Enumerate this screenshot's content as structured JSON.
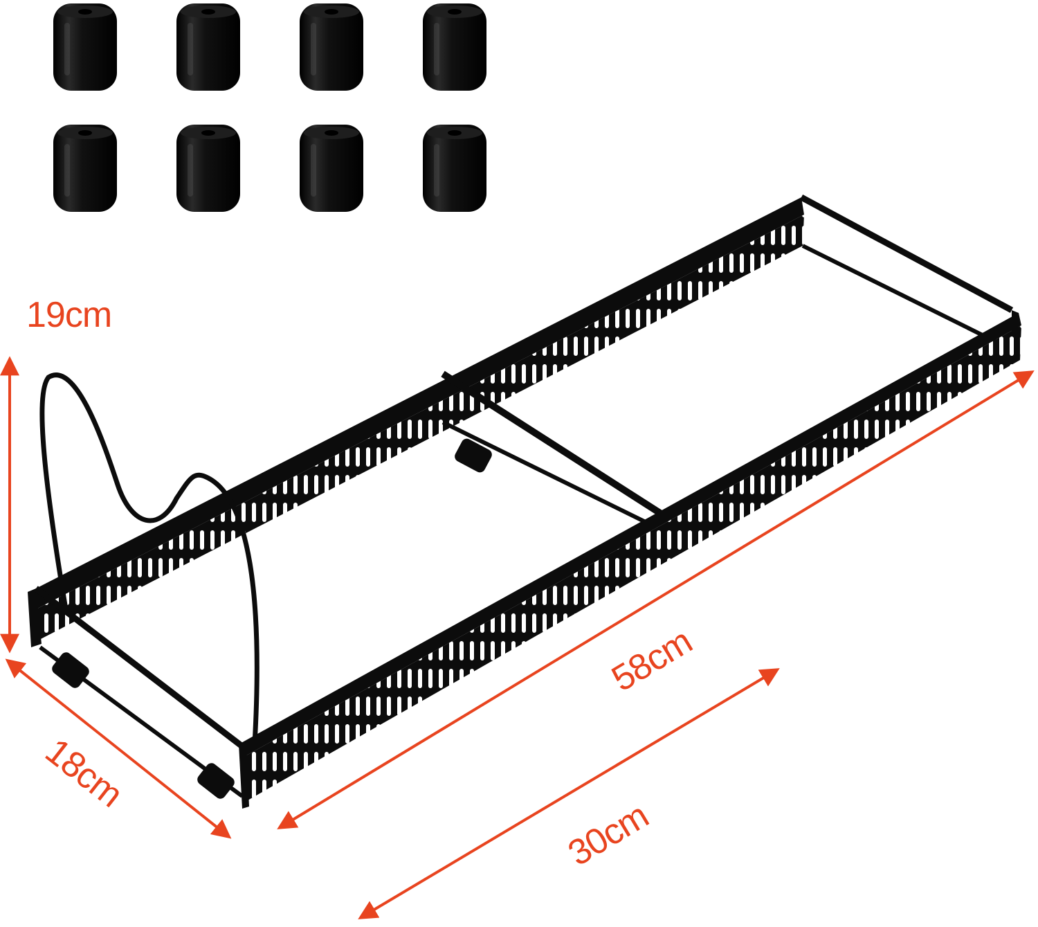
{
  "colors": {
    "background": "#ffffff",
    "dimension": "#e8441f",
    "product": "#0c0c0c",
    "product_highlight": "#5a5a5a"
  },
  "parts": {
    "feet_count": 8,
    "feet_icon": "rubber-foot-icon"
  },
  "dimensions": {
    "height": "19cm",
    "depth": "18cm",
    "max_length": "58cm",
    "min_length": "30cm"
  }
}
